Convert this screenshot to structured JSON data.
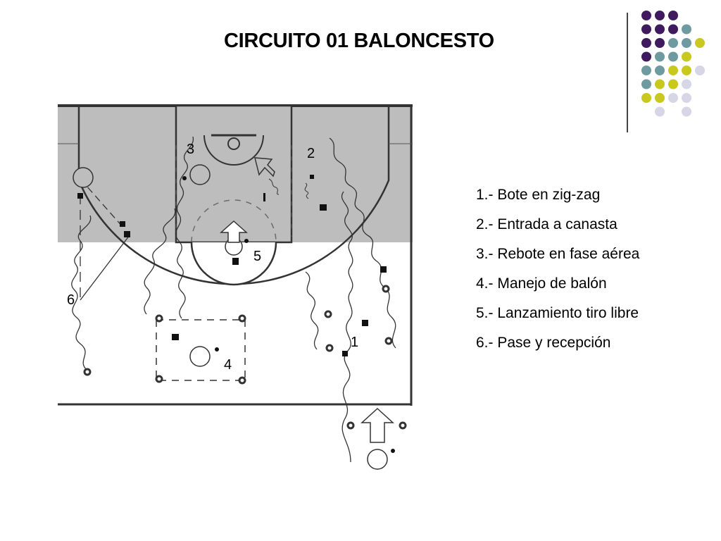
{
  "title": "CIRCUITO 01 BALONCESTO",
  "legend": [
    "1.- Bote en zig-zag",
    "2.- Entrada a canasta",
    "3.- Rebote en fase aérea",
    "4.- Manejo de balón",
    "5.- Lanzamiento tiro libre",
    "6.- Pase y recepción"
  ],
  "station_labels": [
    "1",
    "2",
    "3",
    "4",
    "5",
    "6"
  ],
  "colors": {
    "court_gray": "#bdbdbd",
    "line": "#333333",
    "purple": "#3f1a5e",
    "teal": "#6f9ba0",
    "yellow": "#c9c81e",
    "lavender": "#d6d6e6"
  }
}
